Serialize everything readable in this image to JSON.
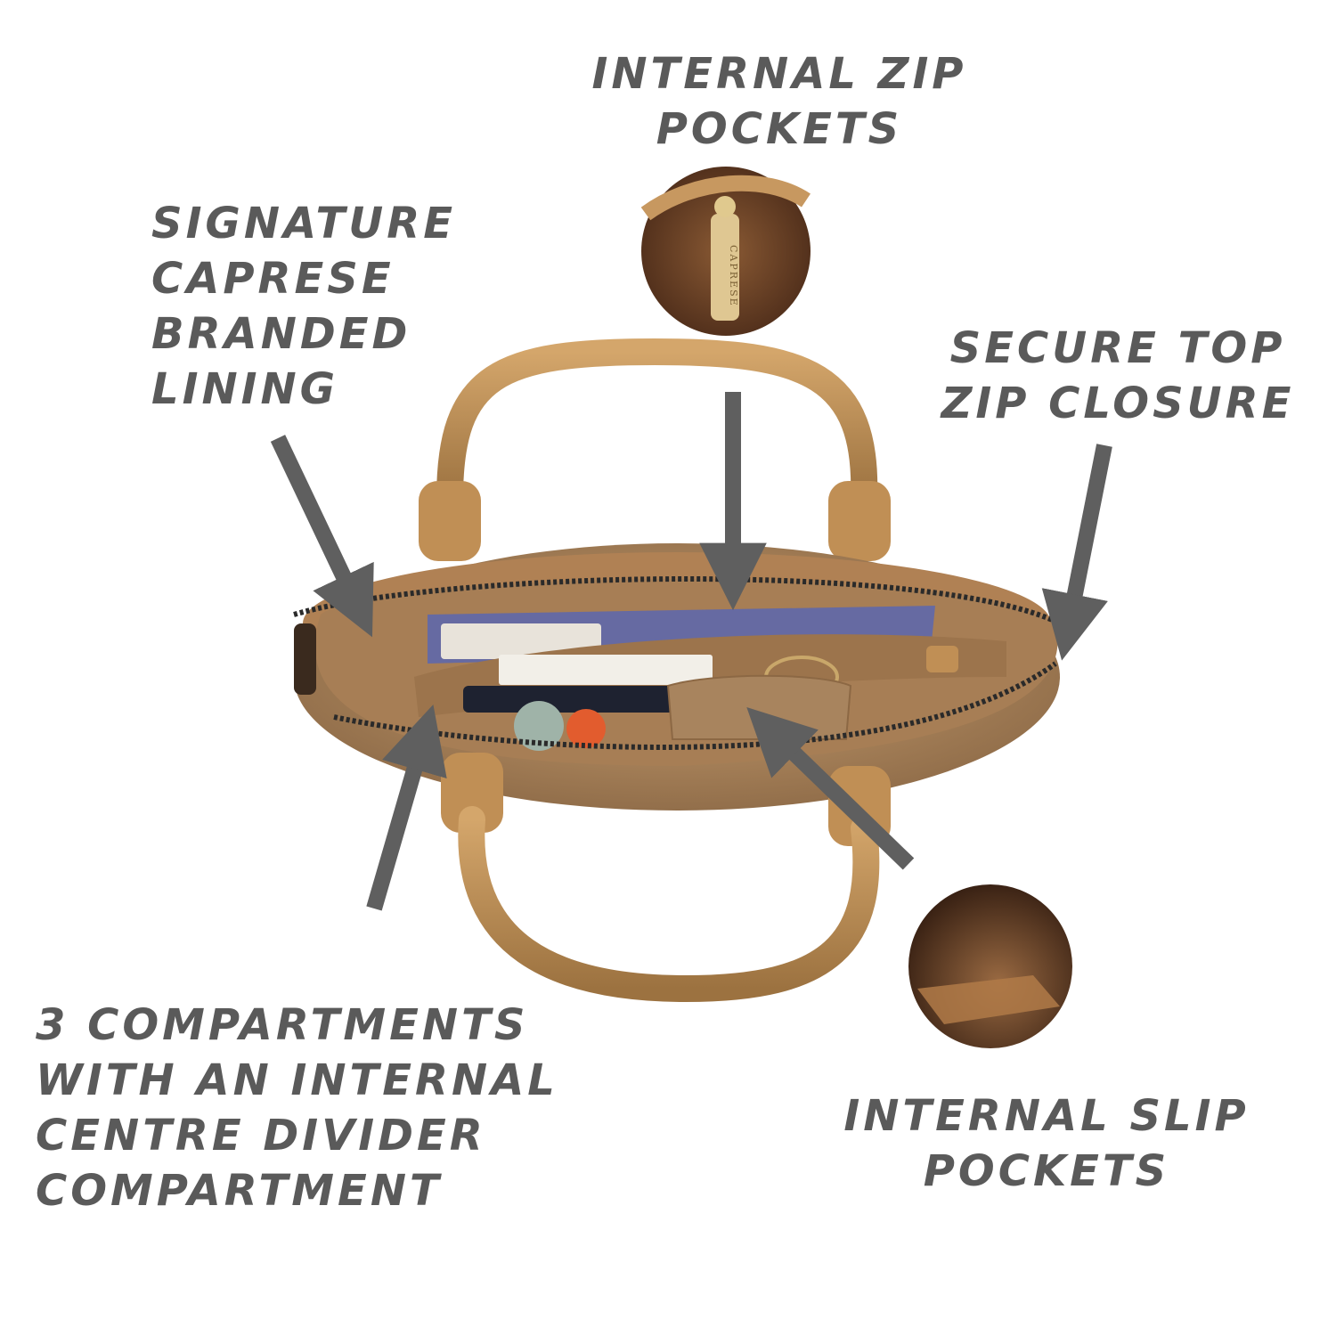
{
  "callouts": {
    "internal_zip_pockets": [
      "INTERNAL ZIP",
      "POCKETS"
    ],
    "branded_lining": [
      "SIGNATURE",
      "CAPRESE",
      "BRANDED",
      "LINING"
    ],
    "top_zip_closure": [
      "SECURE TOP",
      "ZIP CLOSURE"
    ],
    "compartments": [
      "3 COMPARTMENTS",
      "WITH AN INTERNAL",
      "CENTRE DIVIDER",
      "COMPARTMENT"
    ],
    "slip_pockets": [
      "INTERNAL SLIP",
      "POCKETS"
    ]
  },
  "zip_tag_text": "CAPRESE",
  "colors": {
    "text": "#5a5a5a",
    "arrow": "#5f5f5f",
    "bag_tan": "#b98a52",
    "lining": "#a77e55",
    "zipper": "#2a2a2a"
  }
}
